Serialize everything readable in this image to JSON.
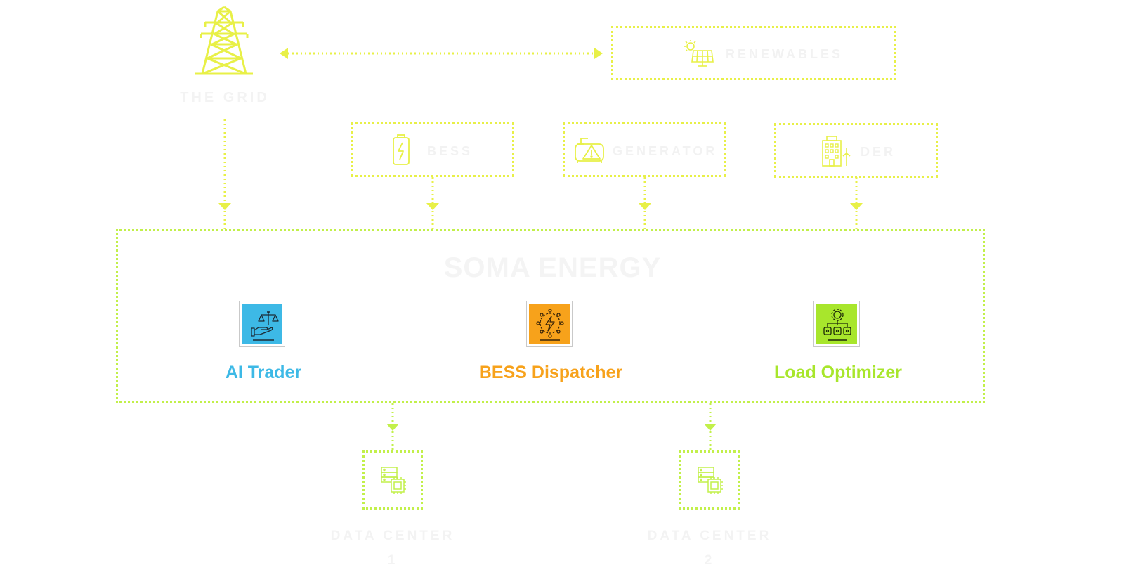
{
  "sources": {
    "grid": "THE GRID",
    "renewables": "RENEWABLES",
    "bess": "BESS",
    "generator": "GENERATOR",
    "der": "DER"
  },
  "platform": {
    "brand": "SOMA ENERGY",
    "products": [
      {
        "label": "AI Trader",
        "color": "#3db9e6",
        "icon": "scales-hand-icon"
      },
      {
        "label": "BESS Dispatcher",
        "color": "#f7a21b",
        "icon": "lightning-network-icon"
      },
      {
        "label": "Load Optimizer",
        "color": "#a8e62c",
        "icon": "gear-servers-icon"
      }
    ]
  },
  "outputs": {
    "dc1": {
      "label": "DATA CENTER",
      "num": "1"
    },
    "dc2": {
      "label": "DATA CENTER",
      "num": "2"
    }
  },
  "colors": {
    "yellow": "#e8f047",
    "green": "#c2f04a",
    "ghost_text": "#f2f2f2"
  }
}
